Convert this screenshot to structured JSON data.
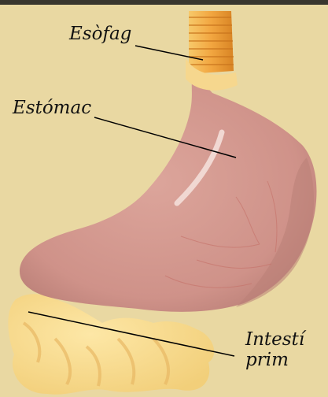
{
  "labels": {
    "esofag": "Esòfag",
    "estomac": "Estómac",
    "intesti_line1": "Intestí",
    "intesti_line2": "prim"
  },
  "colors": {
    "background": "#e9d8a2",
    "stomach": "#d69a90",
    "stomach_shadow": "#b97f77",
    "esophagus": "#f2a640",
    "intestine": "#f7d88a",
    "leader_line": "#000000"
  }
}
